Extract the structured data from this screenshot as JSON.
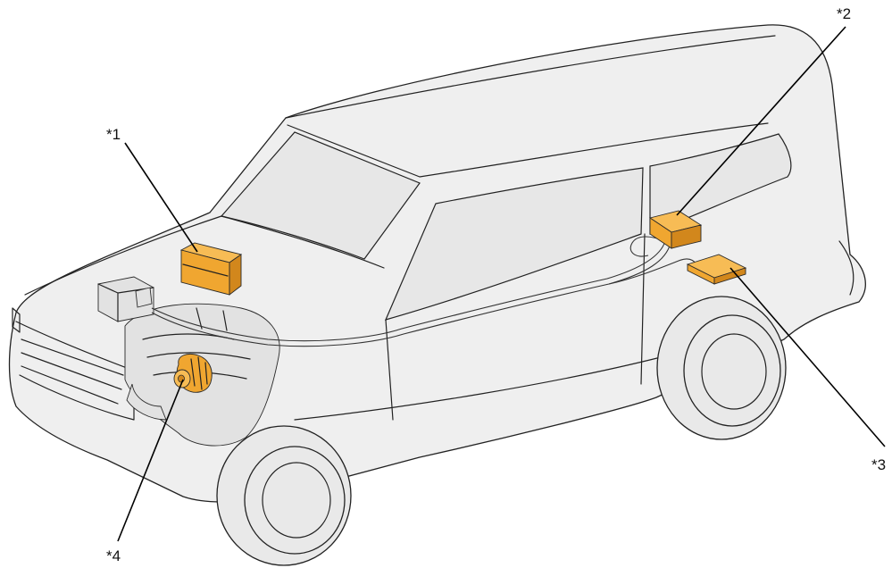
{
  "diagram": {
    "colors": {
      "component_fill": "#f0a630",
      "component_shade": "#d2871c",
      "component_top": "#f7bc55",
      "body_fill": "#efefef",
      "outline": "#222222",
      "leader_line": "#000000"
    },
    "callouts": [
      {
        "id": "1",
        "label": "*1"
      },
      {
        "id": "2",
        "label": "*2"
      },
      {
        "id": "3",
        "label": "*3"
      },
      {
        "id": "4",
        "label": "*4"
      }
    ]
  }
}
